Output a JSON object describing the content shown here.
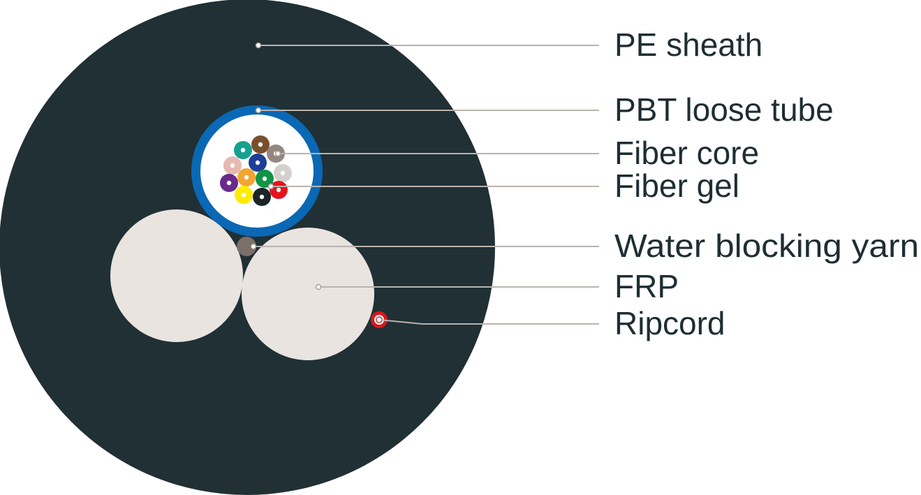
{
  "colors": {
    "sheath": "#203035",
    "loose_tube": "#0a68b4",
    "tube_inner": "#ffffff",
    "frp": "#e9e4e0",
    "water_blocking_yarn": "#7b6f69",
    "ripcord": "#d9161e",
    "label_text": "#1e2e33",
    "leader_line": "#b9b3ad"
  },
  "fiber_colors": [
    {
      "name": "aqua",
      "hex": "#16a08f"
    },
    {
      "name": "brown",
      "hex": "#7a4f2d"
    },
    {
      "name": "slate",
      "hex": "#938780"
    },
    {
      "name": "rose",
      "hex": "#e6b8b0"
    },
    {
      "name": "blue",
      "hex": "#1d3f95"
    },
    {
      "name": "white",
      "hex": "#d4d0cd"
    },
    {
      "name": "orange",
      "hex": "#f2a531"
    },
    {
      "name": "green",
      "hex": "#129447"
    },
    {
      "name": "violet",
      "hex": "#6a2a8c"
    },
    {
      "name": "red",
      "hex": "#e4141d"
    },
    {
      "name": "yellow",
      "hex": "#ffec00"
    },
    {
      "name": "black",
      "hex": "#1b2427"
    }
  ],
  "labels": {
    "pe_sheath": "PE sheath",
    "pbt_loose_tube": "PBT loose tube",
    "fiber_core": "Fiber core",
    "fiber_gel": "Fiber gel",
    "water_blocking_yarn": "Water blocking yarn",
    "frp": "FRP",
    "ripcord": "Ripcord"
  }
}
